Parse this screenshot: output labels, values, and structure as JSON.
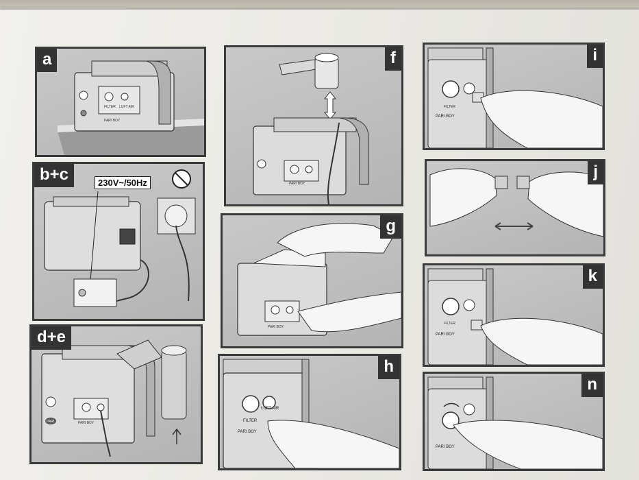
{
  "panels": {
    "a": {
      "label": "a"
    },
    "bc": {
      "label": "b+c",
      "voltage": "230V~/50Hz"
    },
    "de": {
      "label": "d+e"
    },
    "f": {
      "label": "f"
    },
    "g": {
      "label": "g"
    },
    "h": {
      "label": "h"
    },
    "i": {
      "label": "i"
    },
    "j": {
      "label": "j"
    },
    "k": {
      "label": "k"
    },
    "n": {
      "label": "n"
    }
  },
  "device": {
    "brand": "PARI BOY",
    "filter_label": "FILTER",
    "air_label": "LUFT AIR",
    "logo": "PARI"
  },
  "colors": {
    "panel_bg": "#bdbdbd",
    "border": "#3a3a3a",
    "tag_bg": "#333333"
  }
}
